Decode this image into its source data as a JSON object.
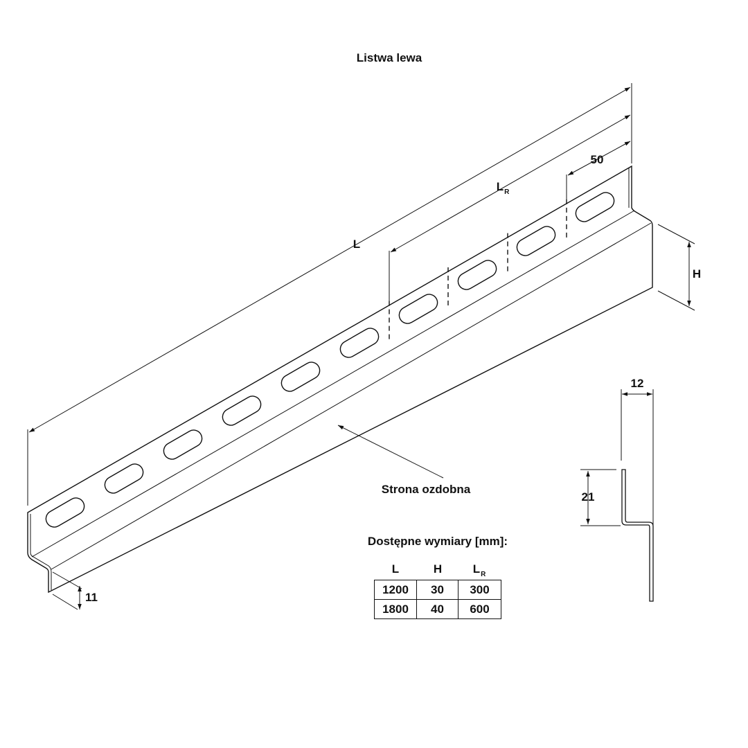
{
  "title": "Listwa lewa",
  "dimensions": {
    "L": "L",
    "LR_main": "L",
    "LR_sub": "R",
    "d50": "50",
    "H": "H",
    "d11": "11",
    "d12": "12",
    "d21": "21"
  },
  "annotation": "Strona ozdobna",
  "table": {
    "caption": "Dostępne wymiary [mm]:",
    "headers": [
      "L",
      "H",
      "L"
    ],
    "header_sub": "R",
    "rows": [
      [
        "1200",
        "30",
        "300"
      ],
      [
        "1800",
        "40",
        "600"
      ]
    ]
  }
}
